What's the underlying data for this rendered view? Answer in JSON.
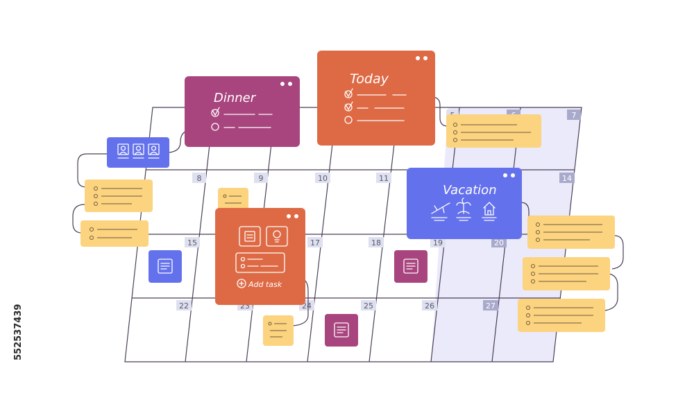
{
  "cards": {
    "dinner": {
      "title": "Dinner",
      "color": "#a8447e"
    },
    "today": {
      "title": "Today",
      "color": "#de6a45"
    },
    "vacation": {
      "title": "Vacation",
      "color": "#6471ec"
    },
    "task": {
      "add_label": "Add task",
      "color": "#de6a45"
    }
  },
  "calendar": {
    "weekend_color": "#eaeafb",
    "grid_color": "#4a3e55",
    "rows": [
      [
        "",
        "",
        "",
        "",
        "5",
        "6",
        "7"
      ],
      [
        "8",
        "9",
        "10",
        "11",
        "",
        "",
        "14"
      ],
      [
        "15",
        "",
        "17",
        "18",
        "19",
        "20",
        ""
      ],
      [
        "22",
        "23",
        "24",
        "25",
        "26",
        "27",
        ""
      ]
    ]
  },
  "note_color": "#fcd37f",
  "icons": {
    "dinner": [
      "checkbox-checked-icon",
      "radio-circle-icon"
    ],
    "today": [
      "checkbox-checked-icon",
      "checkbox-checked-icon",
      "radio-circle-icon"
    ],
    "vacation": [
      "airplane-icon",
      "palm-island-icon",
      "house-icon"
    ],
    "task": [
      "note-icon",
      "lightbulb-icon",
      "checklist-icon",
      "plus-circle-icon"
    ],
    "team": [
      "user-icon",
      "user-icon",
      "user-icon"
    ]
  },
  "watermark": {
    "stock_id": "552537439"
  }
}
